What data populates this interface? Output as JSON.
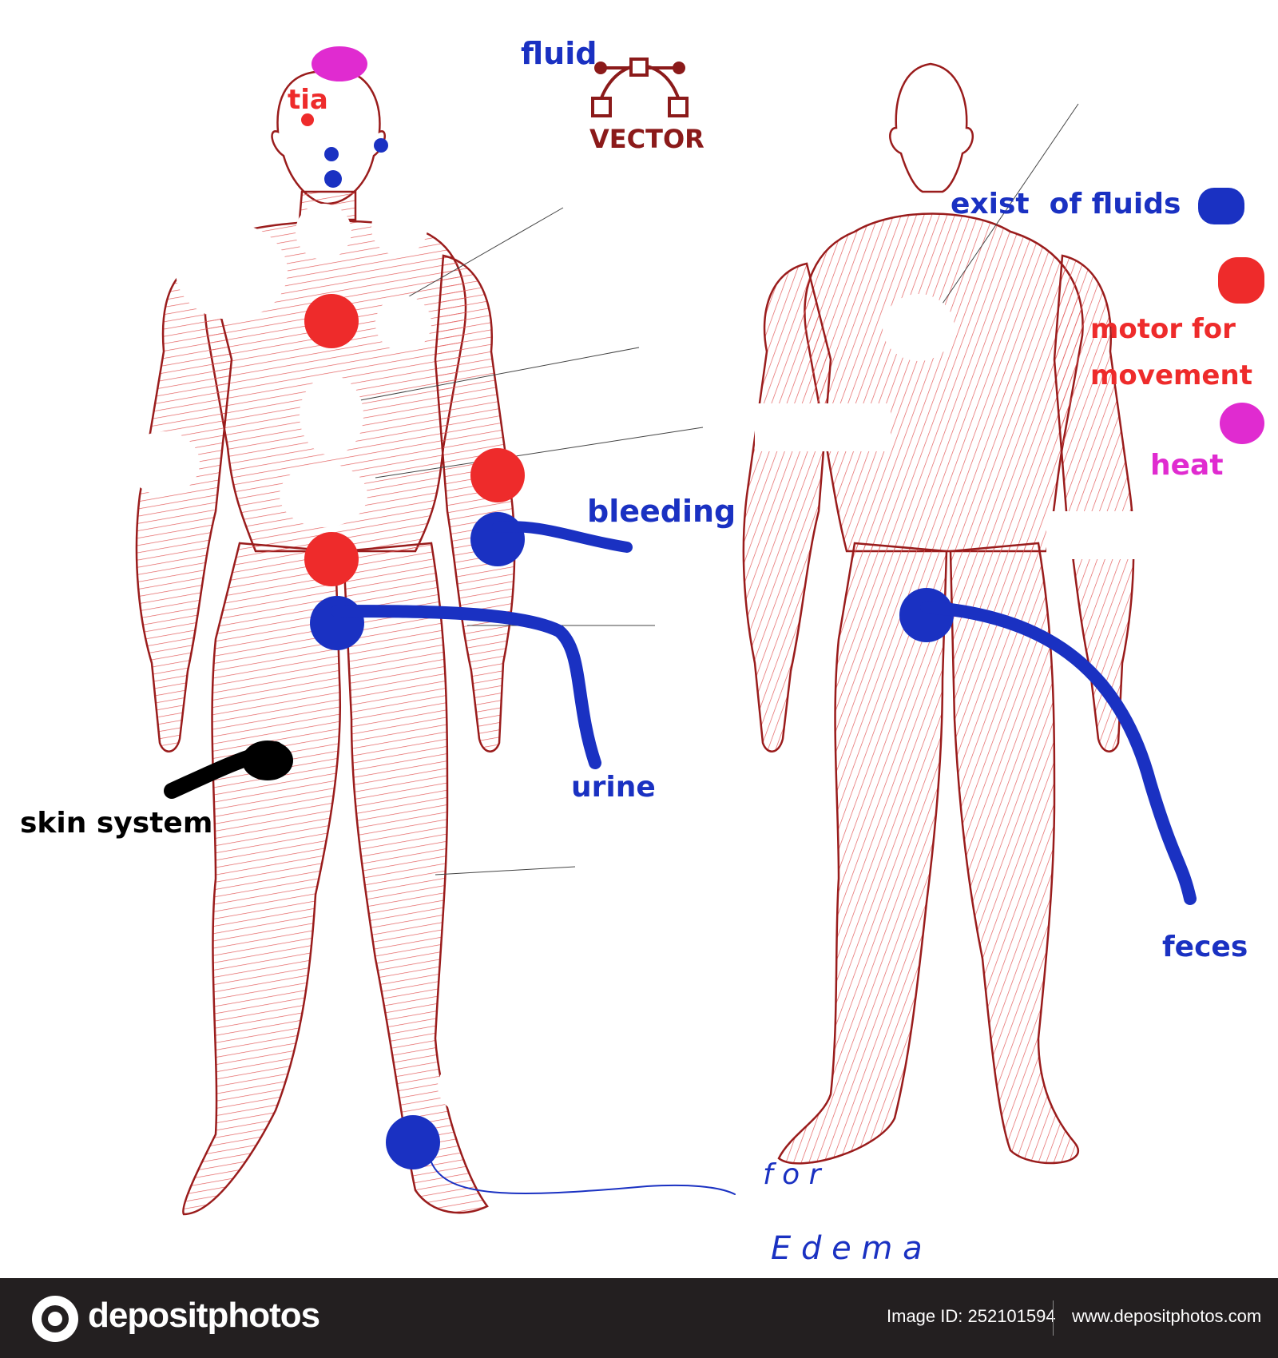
{
  "labels": {
    "fluid": "fluid",
    "tia": "tia",
    "vector": "VECTOR",
    "exist_of_fluids": "exist  of fluids",
    "motor_line1": "motor for",
    "motor_line2": "movement",
    "heat": "heat",
    "bleeding": "bleeding",
    "urine": "urine",
    "skin_system": "skin system",
    "feces": "feces",
    "handwritten_line1": "f o r",
    "handwritten_line2": "E d e m a"
  },
  "colors": {
    "outline": "#9a1c1c",
    "muscle": "#e46060",
    "blue": "#1a31c2",
    "red": "#ee2b2b",
    "magenta": "#e02bd0",
    "black": "#000000"
  },
  "footer": {
    "brand": "depositphotos",
    "image_id": "Image ID: 252101594",
    "site": "www.depositphotos.com"
  }
}
